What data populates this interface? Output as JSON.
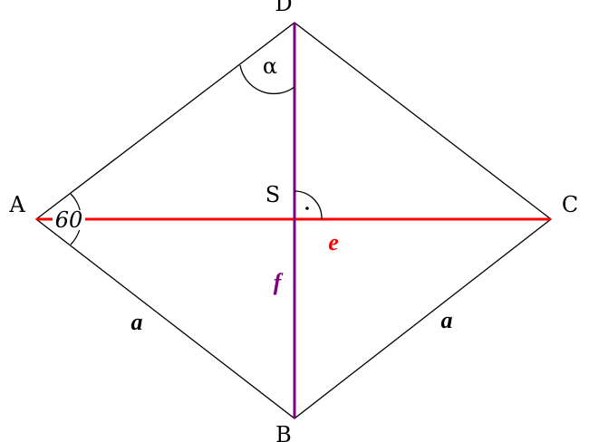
{
  "vertices": {
    "A": "A",
    "B": "B",
    "C": "C",
    "D": "D",
    "S": "S"
  },
  "angle_A": "60",
  "angle_D": "α",
  "diagonal_e": "e",
  "diagonal_f": "f",
  "side_left": "a",
  "side_right": "a",
  "colors": {
    "edges": "#000000",
    "diagonal_e": "#ff0000",
    "diagonal_f": "#800080"
  }
}
